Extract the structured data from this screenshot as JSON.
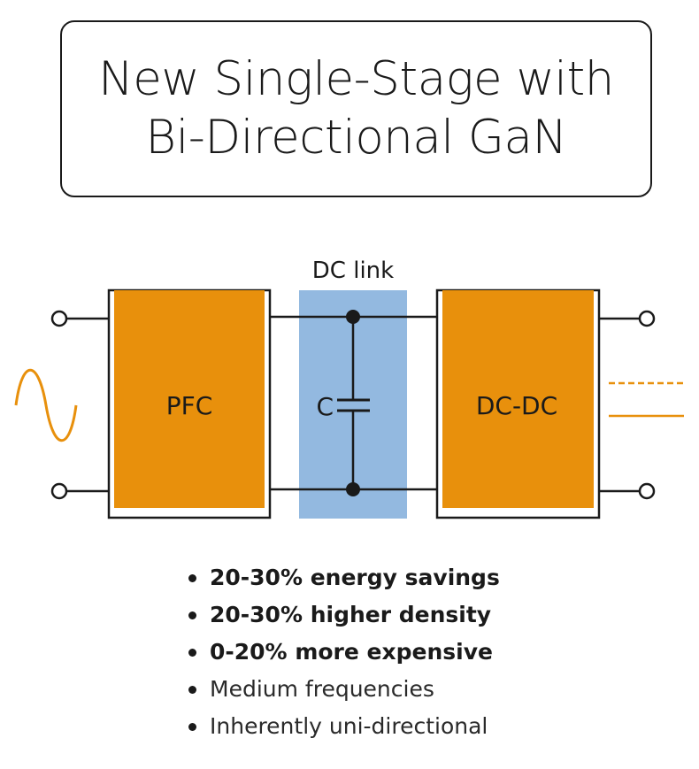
{
  "title": {
    "line1": "New Single-Stage with",
    "line2": "Bi-Directional GaN"
  },
  "diagram": {
    "dc_link_label": "DC link",
    "pfc_label": "PFC",
    "capacitor_label": "C",
    "dcdc_label": "DC-DC",
    "colors": {
      "block": "#E8900C",
      "dc_link": "#93B9E0",
      "wire": "#1a1a1a",
      "ac_wave": "#E8900C",
      "dc_symbol": "#E8900C"
    }
  },
  "bullets": [
    {
      "text": "20-30% energy savings",
      "bold": true
    },
    {
      "text": "20-30% higher density",
      "bold": true
    },
    {
      "text": "0-20% more expensive",
      "bold": true
    },
    {
      "text": "Medium frequencies",
      "bold": false
    },
    {
      "text": "Inherently uni-directional",
      "bold": false
    }
  ]
}
